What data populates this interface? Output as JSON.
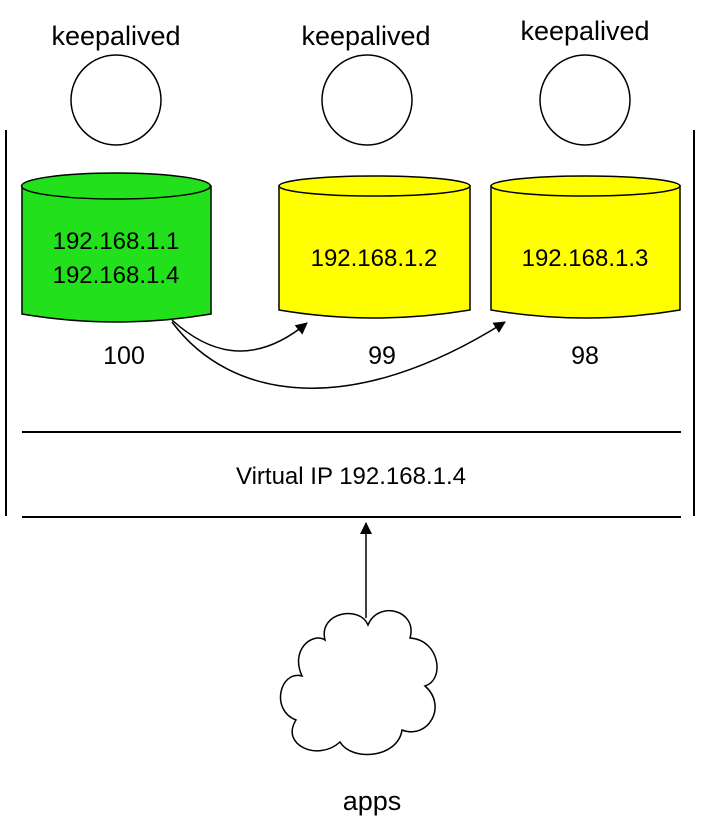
{
  "nodes": [
    {
      "service_label": "keepalived",
      "addresses": [
        "192.168.1.1",
        "192.168.1.4"
      ],
      "priority": "100",
      "color": "#22e01c"
    },
    {
      "service_label": "keepalived",
      "addresses": [
        "192.168.1.2"
      ],
      "priority": "99",
      "color": "#ffff00"
    },
    {
      "service_label": "keepalived",
      "addresses": [
        "192.168.1.3"
      ],
      "priority": "98",
      "color": "#ffff00"
    }
  ],
  "virtual_ip_label": "Virtual IP 192.168.1.4",
  "client_label": "apps",
  "icons": {
    "node": "circle-icon",
    "server": "cylinder-icon",
    "client": "cloud-icon"
  }
}
